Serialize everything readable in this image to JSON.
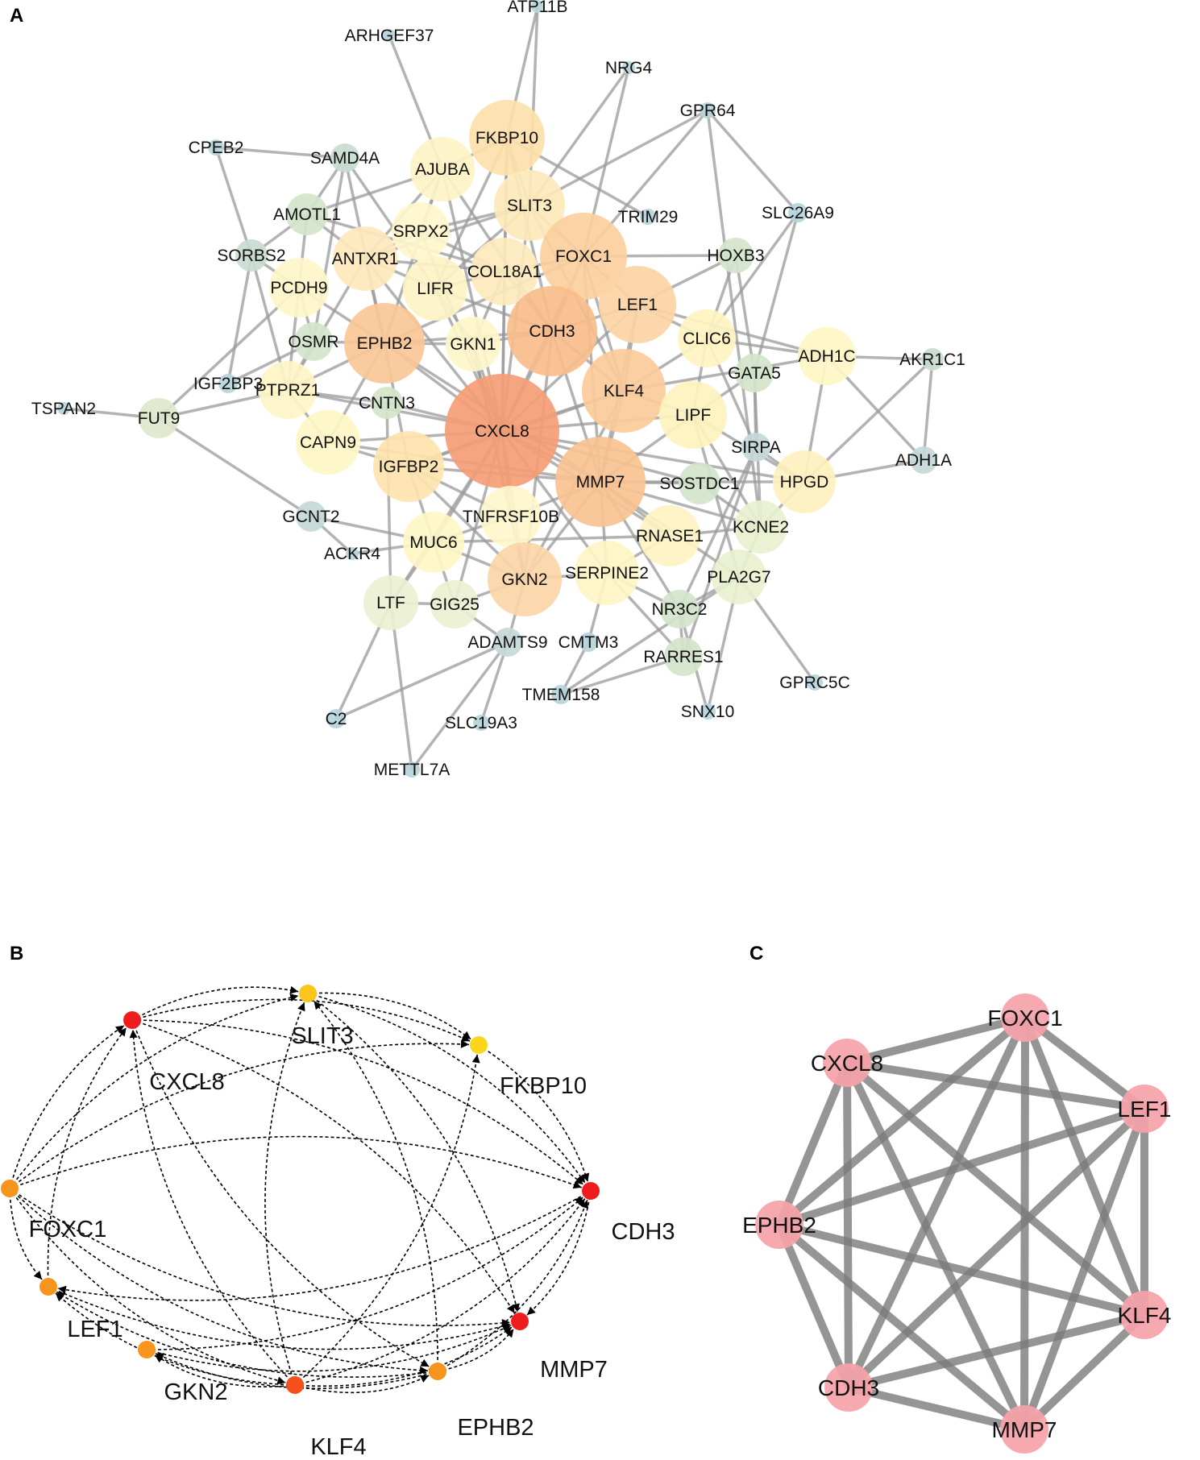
{
  "panels": {
    "a": {
      "letter": "A"
    },
    "b": {
      "letter": "B"
    },
    "c": {
      "letter": "C"
    }
  },
  "colors": {
    "edge_a": "#9a9a9a",
    "edge_c": "#7a7a7a",
    "node_c": "#f5a3a8",
    "b_red": "#ee1c1c",
    "b_redorange": "#f5501c",
    "b_orange": "#f7941e",
    "b_yellow": "#fbc51b",
    "b_lightyellow": "#fbd61d"
  },
  "network_a": {
    "nodes": [
      {
        "id": "ATP11B"
      },
      {
        "id": "ARHGEF37"
      },
      {
        "id": "NRG4"
      },
      {
        "id": "GPR64"
      },
      {
        "id": "CPEB2"
      },
      {
        "id": "SAMD4A"
      },
      {
        "id": "FKBP10"
      },
      {
        "id": "AJUBA"
      },
      {
        "id": "TRIM29"
      },
      {
        "id": "SLC26A9"
      },
      {
        "id": "AMOTL1"
      },
      {
        "id": "SLIT3"
      },
      {
        "id": "SRPX2"
      },
      {
        "id": "SORBS2"
      },
      {
        "id": "ANTXR1"
      },
      {
        "id": "FOXC1"
      },
      {
        "id": "HOXB3"
      },
      {
        "id": "COL18A1"
      },
      {
        "id": "PCDH9"
      },
      {
        "id": "LIFR"
      },
      {
        "id": "LEF1"
      },
      {
        "id": "CDH3"
      },
      {
        "id": "EPHB2"
      },
      {
        "id": "OSMR"
      },
      {
        "id": "GKN1"
      },
      {
        "id": "CLIC6"
      },
      {
        "id": "ADH1C"
      },
      {
        "id": "AKR1C1"
      },
      {
        "id": "GATA5"
      },
      {
        "id": "IGF2BP3"
      },
      {
        "id": "KLF4"
      },
      {
        "id": "TSPAN2"
      },
      {
        "id": "PTPRZ1"
      },
      {
        "id": "CNTN3"
      },
      {
        "id": "FUT9"
      },
      {
        "id": "LIPF"
      },
      {
        "id": "CXCL8"
      },
      {
        "id": "SIRPA"
      },
      {
        "id": "CAPN9"
      },
      {
        "id": "IGFBP2"
      },
      {
        "id": "ADH1A"
      },
      {
        "id": "HPGD"
      },
      {
        "id": "MMP7"
      },
      {
        "id": "SOSTDC1"
      },
      {
        "id": "TNFRSF10B"
      },
      {
        "id": "GCNT2"
      },
      {
        "id": "KCNE2"
      },
      {
        "id": "RNASE1"
      },
      {
        "id": "MUC6"
      },
      {
        "id": "ACKR4"
      },
      {
        "id": "GKN2"
      },
      {
        "id": "SERPINE2"
      },
      {
        "id": "PLA2G7"
      },
      {
        "id": "LTF"
      },
      {
        "id": "GIG25"
      },
      {
        "id": "NR3C2"
      },
      {
        "id": "ADAMTS9"
      },
      {
        "id": "CMTM3"
      },
      {
        "id": "RARRES1"
      },
      {
        "id": "GPRC5C"
      },
      {
        "id": "TMEM158"
      },
      {
        "id": "SNX10"
      },
      {
        "id": "C2"
      },
      {
        "id": "SLC19A3"
      },
      {
        "id": "METTL7A"
      }
    ]
  },
  "network_b": {
    "nodes": [
      {
        "id": "SLIT3"
      },
      {
        "id": "CXCL8"
      },
      {
        "id": "FKBP10"
      },
      {
        "id": "FOXC1"
      },
      {
        "id": "CDH3"
      },
      {
        "id": "LEF1"
      },
      {
        "id": "MMP7"
      },
      {
        "id": "GKN2"
      },
      {
        "id": "KLF4"
      },
      {
        "id": "EPHB2"
      }
    ]
  },
  "network_c": {
    "nodes": [
      {
        "id": "FOXC1"
      },
      {
        "id": "CXCL8"
      },
      {
        "id": "LEF1"
      },
      {
        "id": "EPHB2"
      },
      {
        "id": "KLF4"
      },
      {
        "id": "CDH3"
      },
      {
        "id": "MMP7"
      }
    ]
  }
}
